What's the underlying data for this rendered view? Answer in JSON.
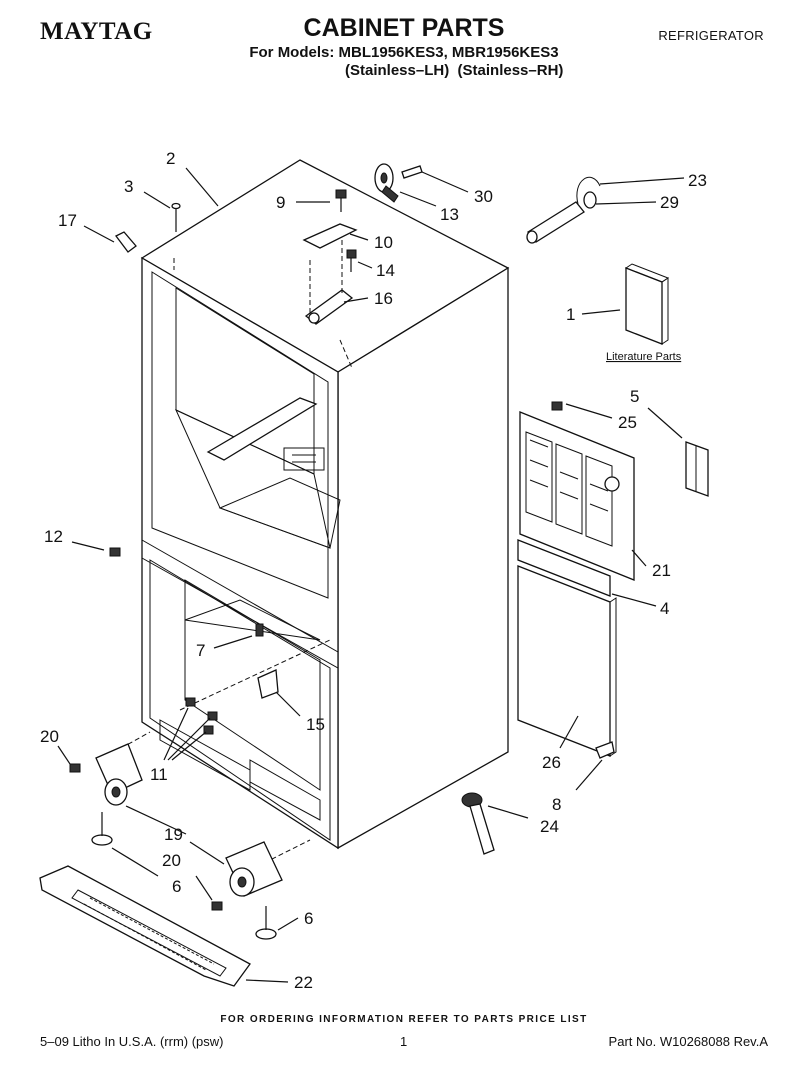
{
  "header": {
    "brand": "MAYTAG",
    "title": "CABINET PARTS",
    "models": "For Models: MBL1956KES3, MBR1956KES3",
    "variants": "(Stainless–LH)  (Stainless–RH)",
    "category": "REFRIGERATOR"
  },
  "diagram": {
    "literature_label": "Literature Parts",
    "callouts": [
      "2",
      "3",
      "17",
      "9",
      "13",
      "30",
      "23",
      "29",
      "10",
      "14",
      "16",
      "1",
      "5",
      "25",
      "21",
      "12",
      "4",
      "7",
      "15",
      "20",
      "11",
      "26",
      "8",
      "24",
      "19",
      "20",
      "6",
      "6",
      "22"
    ]
  },
  "footer": {
    "order_note": "FOR ORDERING INFORMATION REFER TO PARTS PRICE LIST",
    "litho": "5–09 Litho In U.S.A. (rrm) (psw)",
    "page": "1",
    "part_number": "Part No. W10268088 Rev.A"
  }
}
